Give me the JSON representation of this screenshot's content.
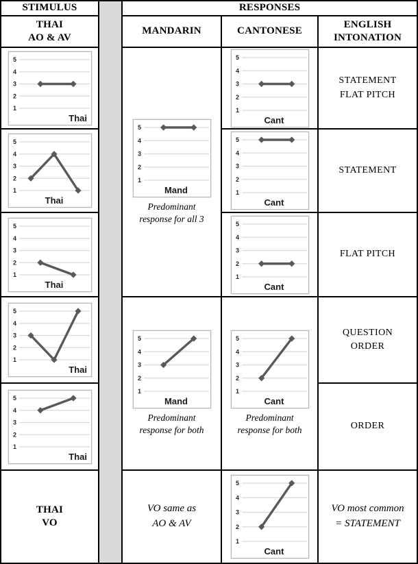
{
  "colors": {
    "line": "#595959",
    "grid": "#d9d9d9",
    "spacer": "#d9d9d9",
    "border": "#000000",
    "tick_text": "#262626",
    "label_text": "#1a1a1a"
  },
  "header": {
    "stimulus": "STIMULUS",
    "responses": "RESPONSES",
    "thai_column": "THAI\nAO & AV",
    "mandarin_column": "MANDARIN",
    "cantonese_column": "CANTONESE",
    "english_column": "ENGLISH\nINTONATION"
  },
  "english_intonation": {
    "r1": "STATEMENT\nFLAT PITCH",
    "r2": "STATEMENT",
    "r3": "FLAT PITCH",
    "r4": "QUESTION\nORDER",
    "r5": "ORDER"
  },
  "captions": {
    "mandarin_all3": "Predominant\nresponse for all 3",
    "mandarin_both": "Predominant\nresponse for both",
    "cantonese_both": "Predominant\nresponse for both"
  },
  "vo_row": {
    "stimulus": "THAI\nVO",
    "mandarin_note": "VO same as\nAO & AV",
    "english_note": "VO most common\n= STATEMENT"
  },
  "chart_data": [
    {
      "id": "thai-r1",
      "type": "line",
      "x": [
        1,
        2
      ],
      "values": [
        3,
        3
      ],
      "label": "Thai",
      "label_align": "right",
      "yticks": [
        5,
        4,
        3,
        2,
        1
      ],
      "ylim": [
        0.5,
        5.5
      ],
      "grid": true
    },
    {
      "id": "thai-r2",
      "type": "line",
      "x": [
        1,
        2,
        3
      ],
      "values": [
        2,
        4,
        1
      ],
      "label": "Thai",
      "label_align": "center",
      "yticks": [
        5,
        4,
        3,
        2,
        1
      ],
      "ylim": [
        0.5,
        5.5
      ],
      "grid": true
    },
    {
      "id": "thai-r3",
      "type": "line",
      "x": [
        1,
        2
      ],
      "values": [
        2,
        1
      ],
      "label": "Thai",
      "label_align": "center",
      "yticks": [
        5,
        4,
        3,
        2,
        1
      ],
      "ylim": [
        0.5,
        5.5
      ],
      "grid": true
    },
    {
      "id": "thai-r4",
      "type": "line",
      "x": [
        1,
        2,
        3
      ],
      "values": [
        3,
        1,
        5
      ],
      "label": "Thai",
      "label_align": "right",
      "yticks": [
        5,
        4,
        3,
        2,
        1
      ],
      "ylim": [
        0.5,
        5.5
      ],
      "grid": true
    },
    {
      "id": "thai-r5",
      "type": "line",
      "x": [
        1,
        2
      ],
      "values": [
        4,
        5
      ],
      "label": "Thai",
      "label_align": "right",
      "yticks": [
        5,
        4,
        3,
        2,
        1
      ],
      "ylim": [
        0.5,
        5.5
      ],
      "grid": true
    },
    {
      "id": "mand-r123",
      "type": "line",
      "x": [
        1,
        2
      ],
      "values": [
        5,
        5
      ],
      "label": "Mand",
      "label_align": "center",
      "yticks": [
        5,
        4,
        3,
        2,
        1
      ],
      "ylim": [
        0.5,
        5.5
      ],
      "grid": true
    },
    {
      "id": "mand-r45",
      "type": "line",
      "x": [
        1,
        2
      ],
      "values": [
        3,
        5
      ],
      "label": "Mand",
      "label_align": "center",
      "yticks": [
        5,
        4,
        3,
        2,
        1
      ],
      "ylim": [
        0.5,
        5.5
      ],
      "grid": true
    },
    {
      "id": "cant-r1",
      "type": "line",
      "x": [
        1,
        2
      ],
      "values": [
        3,
        3
      ],
      "label": "Cant",
      "label_align": "center",
      "yticks": [
        5,
        4,
        3,
        2,
        1
      ],
      "ylim": [
        0.5,
        5.5
      ],
      "grid": true
    },
    {
      "id": "cant-r2",
      "type": "line",
      "x": [
        1,
        2
      ],
      "values": [
        5,
        5
      ],
      "label": "Cant",
      "label_align": "center",
      "yticks": [
        5,
        4,
        3,
        2,
        1
      ],
      "ylim": [
        0.5,
        5.5
      ],
      "grid": true
    },
    {
      "id": "cant-r3",
      "type": "line",
      "x": [
        1,
        2
      ],
      "values": [
        2,
        2
      ],
      "label": "Cant",
      "label_align": "center",
      "yticks": [
        5,
        4,
        3,
        2,
        1
      ],
      "ylim": [
        0.5,
        5.5
      ],
      "grid": true
    },
    {
      "id": "cant-r45",
      "type": "line",
      "x": [
        1,
        2
      ],
      "values": [
        2,
        5
      ],
      "label": "Cant",
      "label_align": "center",
      "yticks": [
        5,
        4,
        3,
        2,
        1
      ],
      "ylim": [
        0.5,
        5.5
      ],
      "grid": true
    },
    {
      "id": "cant-vo",
      "type": "line",
      "x": [
        1,
        2
      ],
      "values": [
        2,
        5
      ],
      "label": "Cant",
      "label_align": "center",
      "yticks": [
        5,
        4,
        3,
        2,
        1
      ],
      "ylim": [
        0.5,
        5.5
      ],
      "grid": true
    }
  ]
}
